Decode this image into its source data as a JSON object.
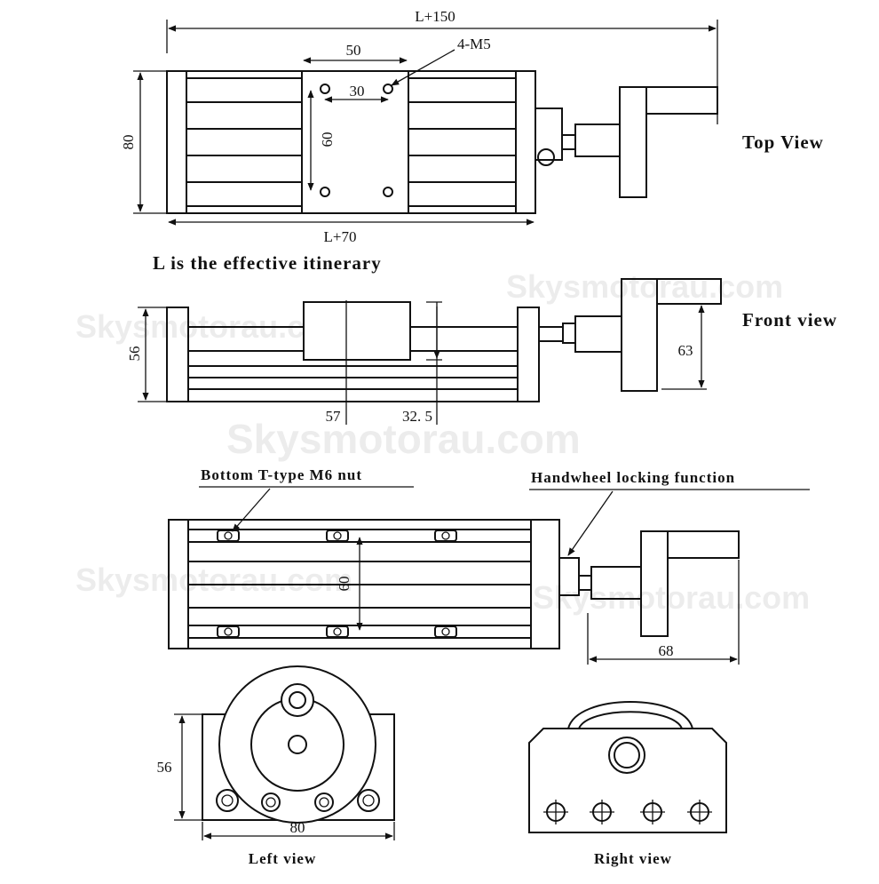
{
  "watermark": "Skysmotorau.com",
  "top_view": {
    "label": "Top View",
    "dim_total_length": "L+150",
    "dim_rail_length": "L+70",
    "dim_width": "80",
    "dim_slider_width": "50",
    "dim_hole_spacing_x": "30",
    "dim_hole_spacing_y": "60",
    "hole_callout": "4-M5",
    "note": "L is the effective itinerary"
  },
  "front_view": {
    "label": "Front view",
    "dim_height": "56",
    "dim_handwheel": "63",
    "dim_center": "57",
    "dim_offset": "32. 5"
  },
  "bottom_view": {
    "nut_callout": "Bottom T-type M6 nut",
    "lock_callout": "Handwheel locking function",
    "dim_nut_spacing": "60",
    "dim_handwheel_width": "68"
  },
  "left_view": {
    "label": "Left view",
    "dim_height": "56",
    "dim_width": "80"
  },
  "right_view": {
    "label": "Right view"
  }
}
